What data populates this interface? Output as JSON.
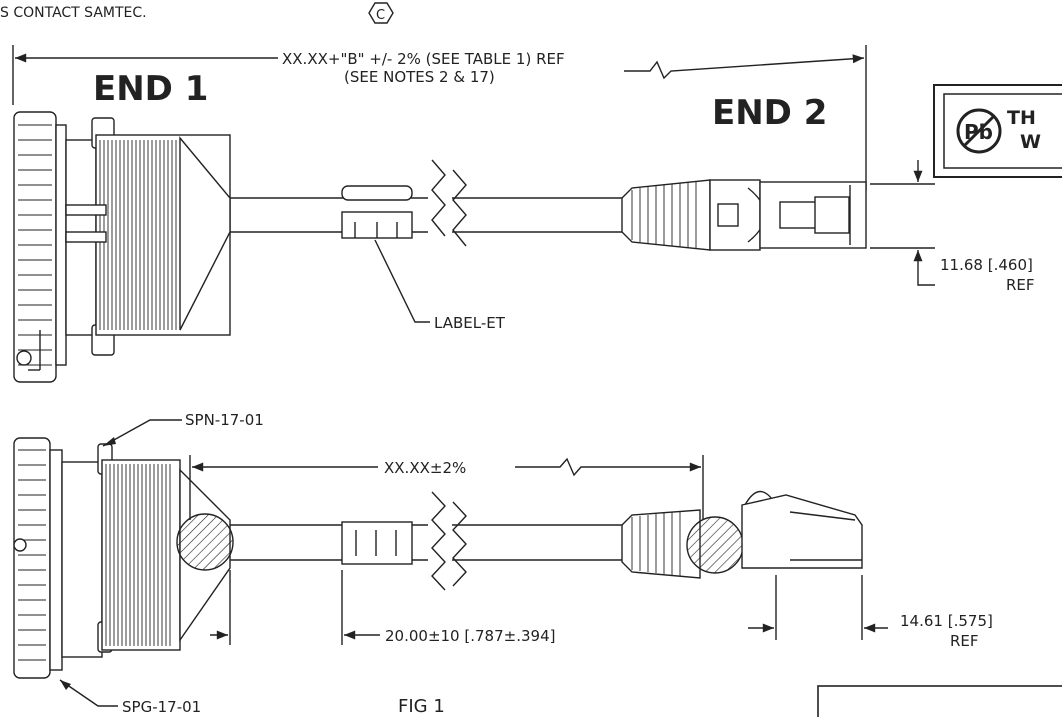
{
  "notes": {
    "top_fragment": "S CONTACT SAMTEC.",
    "revision_symbol": "C"
  },
  "views": {
    "end1_title": "END 1",
    "end2_title": "END 2",
    "figure_label": "FIG 1"
  },
  "dimensions": {
    "overall_length_line1": "XX.XX+\"B\" +/- 2% (SEE TABLE 1) REF",
    "overall_length_line2": "(SEE NOTES 2 & 17)",
    "plug_height_value": "11.68",
    "plug_height_inch": "[.460]",
    "plug_height_ref": "REF",
    "cable_length": "XX.XX±2%",
    "label_offset": "20.00±10",
    "label_offset_inch": "[.787±.394]",
    "plug_length_value": "14.61",
    "plug_length_inch": "[.575]",
    "plug_length_ref": "REF"
  },
  "callouts": {
    "label": "LABEL-ET",
    "spn": "SPN-17-01",
    "spg": "SPG-17-01"
  },
  "leadfree_badge": {
    "symbol": "Pb",
    "text_line1": "TH",
    "text_line2": "W"
  }
}
